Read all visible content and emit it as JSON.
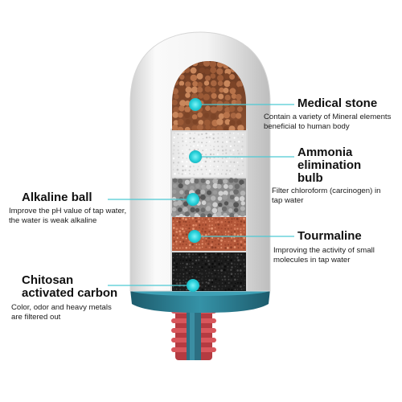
{
  "callouts": [
    {
      "id": "medical-stone",
      "title": [
        "Medical stone"
      ],
      "description": [
        "Contain a variety of Mineral elements",
        "beneficial to human body"
      ]
    },
    {
      "id": "ammonia-elimination-bulb",
      "title": [
        "Ammonia",
        "elimination",
        "bulb"
      ],
      "description": [
        "Filter chloroform (carcinogen) in",
        "tap water"
      ]
    },
    {
      "id": "alkaline-ball",
      "title": [
        "Alkaline ball"
      ],
      "description": [
        "Improve the pH value of tap water,",
        "the water is weak alkaline"
      ]
    },
    {
      "id": "tourmaline",
      "title": [
        "Tourmaline"
      ],
      "description": [
        "Improving the activity of small",
        "molecules in tap water"
      ]
    },
    {
      "id": "chitosan-activated-carbon",
      "title": [
        "Chitosan",
        "activated carbon"
      ],
      "description": [
        "Color, odor and heavy metals",
        "are filtered out"
      ]
    }
  ],
  "colors": {
    "marker": "#25cfd8",
    "leader_line": "#4ec9d4",
    "shell": "#f1f1f1",
    "base": "#2d7c8f",
    "thread": "#c8454a"
  }
}
